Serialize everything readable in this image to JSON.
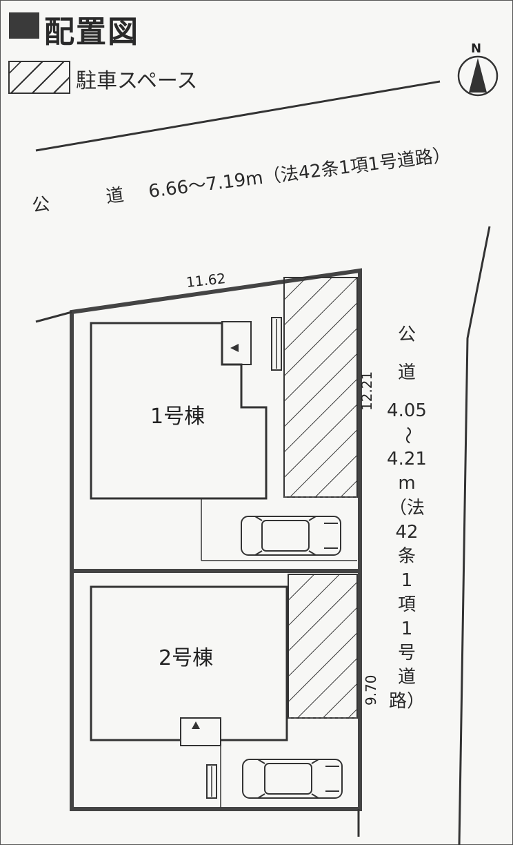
{
  "title": "配置図",
  "legend": {
    "label": "駐車スペース"
  },
  "north": "N",
  "road_north": {
    "name": "公　道",
    "width": "6.66〜7.19m（法42条1項1号道路）"
  },
  "road_east": {
    "name_chars": [
      "公",
      "道"
    ],
    "width_from": "4.05",
    "tilde": "〜",
    "width_to": "4.21",
    "unit": "m",
    "law_chars": [
      "（法",
      "42",
      "条",
      "1",
      "項",
      "1",
      "号",
      "道",
      "路）"
    ]
  },
  "dimensions": {
    "top": "11.62",
    "right_upper": "12.21",
    "right_lower": "9.70"
  },
  "buildings": [
    "1号棟",
    "2号棟"
  ]
}
